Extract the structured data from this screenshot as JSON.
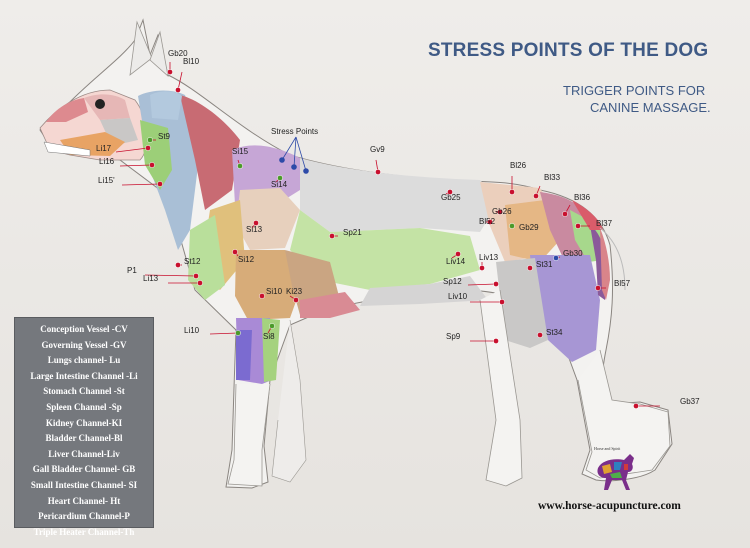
{
  "title": "STRESS POINTS OF THE DOG",
  "subtitle": [
    "TRIGGER POINTS FOR",
    "CANINE MASSAGE."
  ],
  "stress_points_label": "Stress Points",
  "points": [
    {
      "label": "Gb20"
    },
    {
      "label": "Bl10"
    },
    {
      "label": "St9"
    },
    {
      "label": "Li17"
    },
    {
      "label": "Li16"
    },
    {
      "label": "Li15'"
    },
    {
      "label": "Si15"
    },
    {
      "label": "Si14"
    },
    {
      "label": "Gv9"
    },
    {
      "label": "Bl26"
    },
    {
      "label": "Bl33"
    },
    {
      "label": "Gb25"
    },
    {
      "label": "Bl36"
    },
    {
      "label": "Gb26"
    },
    {
      "label": "Bl52"
    },
    {
      "label": "Bl37"
    },
    {
      "label": "Gb29"
    },
    {
      "label": "Si13"
    },
    {
      "label": "Sp21"
    },
    {
      "label": "Gb30"
    },
    {
      "label": "Si12"
    },
    {
      "label": "Liv14"
    },
    {
      "label": "Liv13"
    },
    {
      "label": "St31"
    },
    {
      "label": "St12"
    },
    {
      "label": "P1"
    },
    {
      "label": "Li13"
    },
    {
      "label": "Sp12"
    },
    {
      "label": "Bl57"
    },
    {
      "label": "Si10"
    },
    {
      "label": "Ki23"
    },
    {
      "label": "Liv10"
    },
    {
      "label": "Li10"
    },
    {
      "label": "Si8"
    },
    {
      "label": "St34"
    },
    {
      "label": "Sp9"
    },
    {
      "label": "Gb37"
    }
  ],
  "legend": [
    "Conception Vessel -CV",
    "Governing Vessel -GV",
    "Lungs channel- Lu",
    "Large Intestine Channel -Li",
    "Stomach Channel -St",
    "Spleen Channel -Sp",
    "Kidney Channel-KI",
    "Bladder Channel-Bl",
    "Liver Channel-Liv",
    "Gall Bladder Channel- GB",
    "Small Intestine Channel- SI",
    "Heart Channel- Ht",
    "Pericardium Channel-P",
    "Triple Heater Channel-Th"
  ],
  "logo_text": "Horse and Spirit",
  "url": "www.horse-acupuncture.com",
  "colors": {
    "title": "#3f5a85",
    "point_red": "#c8102e",
    "point_green": "#4c9a2a",
    "point_blue": "#2d4aa8",
    "legend_bg": "#75787d"
  }
}
